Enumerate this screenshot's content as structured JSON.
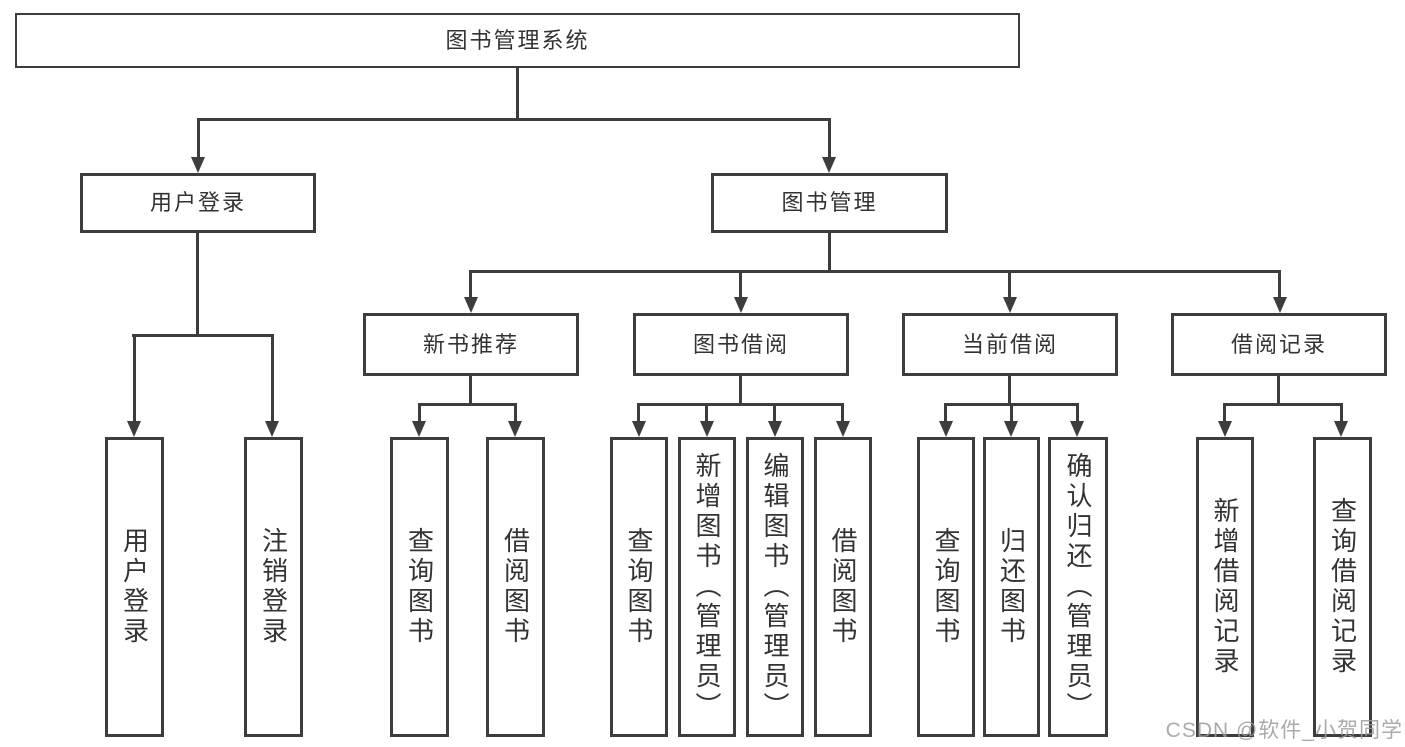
{
  "diagram": {
    "nodes": {
      "root": "图书管理系统",
      "user_login": "用户登录",
      "book_management": "图书管理",
      "new_books": "新书推荐",
      "book_borrow": "图书借阅",
      "current_borrow": "当前借阅",
      "borrow_records": "借阅记录",
      "leaf_user_login": "用户登录",
      "leaf_logout": "注销登录",
      "nb_query": "查询图书",
      "nb_borrow": "借阅图书",
      "bb_query": "查询图书",
      "bb_add": "新增图书（管理员）",
      "bb_edit": "编辑图书（管理员）",
      "bb_borrow": "借阅图书",
      "cb_query": "查询图书",
      "cb_return": "归还图书",
      "cb_confirm": "确认归还（管理员）",
      "br_add": "新增借阅记录",
      "br_query": "查询借阅记录"
    },
    "hierarchy": {
      "root": [
        "user_login",
        "book_management"
      ],
      "user_login": [
        "leaf_user_login",
        "leaf_logout"
      ],
      "book_management": [
        "new_books",
        "book_borrow",
        "current_borrow",
        "borrow_records"
      ],
      "new_books": [
        "nb_query",
        "nb_borrow"
      ],
      "book_borrow": [
        "bb_query",
        "bb_add",
        "bb_edit",
        "bb_borrow"
      ],
      "current_borrow": [
        "cb_query",
        "cb_return",
        "cb_confirm"
      ],
      "borrow_records": [
        "br_add",
        "br_query"
      ]
    },
    "colors": {
      "line": "#3d3d3d",
      "box_border": "#3d3d3d",
      "box_background": "#ffffff",
      "text": "#333333",
      "page_background": "#ffffff"
    }
  },
  "watermark": {
    "text": "CSDN @软件_小贺同学",
    "color": "#9b9b9b"
  }
}
